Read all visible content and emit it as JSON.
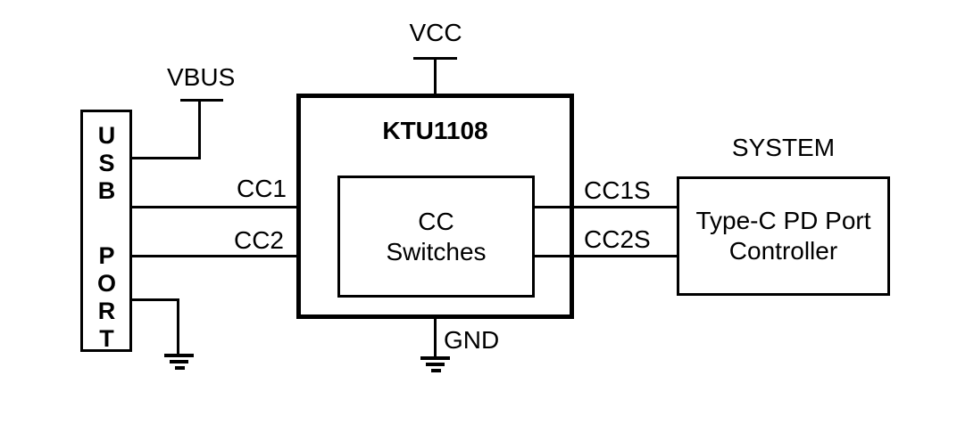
{
  "labels": {
    "vcc": "VCC",
    "vbus": "VBUS",
    "gnd": "GND",
    "system": "SYSTEM"
  },
  "usb_port": {
    "line1": "USB",
    "line2": "PORT"
  },
  "chip": {
    "name": "KTU1108",
    "block_line1": "CC",
    "block_line2": "Switches"
  },
  "controller": {
    "line1": "Type-C PD Port",
    "line2": "Controller"
  },
  "signals": {
    "cc1": "CC1",
    "cc2": "CC2",
    "cc1s": "CC1S",
    "cc2s": "CC2S"
  },
  "colors": {
    "line": "#000000",
    "background": "#ffffff",
    "text": "#000000"
  }
}
